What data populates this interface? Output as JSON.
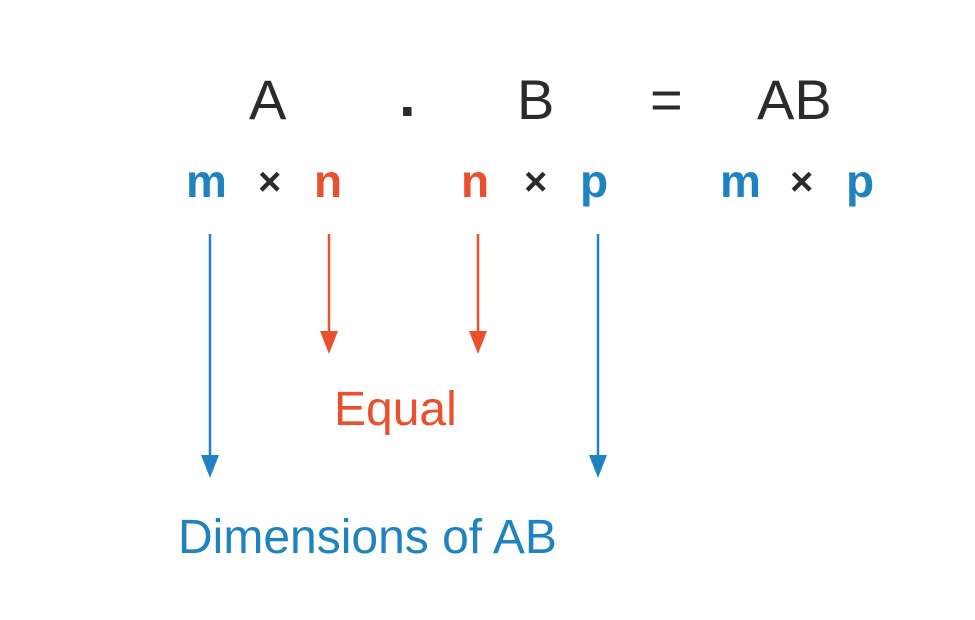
{
  "colors": {
    "text": "#2b2b2b",
    "blue": "#1f82c1",
    "red": "#e8502e"
  },
  "equation": {
    "left_matrix": "A",
    "product_operator": ".",
    "right_matrix": "B",
    "equals": "=",
    "result": "AB"
  },
  "dimensions": {
    "a_rows": "m",
    "a_times": "×",
    "a_cols": "n",
    "b_rows": "n",
    "b_times": "×",
    "b_cols": "p",
    "ab_rows": "m",
    "ab_times": "×",
    "ab_cols": "p"
  },
  "labels": {
    "equal": "Equal",
    "dimensions_of_ab": "Dimensions of AB"
  }
}
